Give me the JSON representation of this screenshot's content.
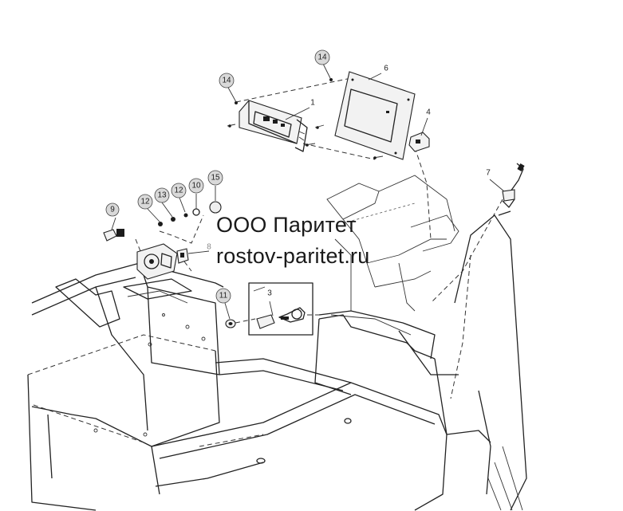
{
  "watermark": {
    "company": "ООО Паритет",
    "website": "rostov-paritet.ru"
  },
  "callouts": [
    {
      "id": "1",
      "label": "1",
      "style": "plain"
    },
    {
      "id": "3",
      "label": "3",
      "style": "plain"
    },
    {
      "id": "4",
      "label": "4",
      "style": "plain"
    },
    {
      "id": "6",
      "label": "6",
      "style": "plain"
    },
    {
      "id": "7",
      "label": "7",
      "style": "plain"
    },
    {
      "id": "8",
      "label": "8",
      "style": "plain"
    },
    {
      "id": "9",
      "label": "9",
      "style": "circle"
    },
    {
      "id": "10",
      "label": "10",
      "style": "circle"
    },
    {
      "id": "11",
      "label": "11",
      "style": "circle"
    },
    {
      "id": "12a",
      "label": "12",
      "style": "circle"
    },
    {
      "id": "12b",
      "label": "12",
      "style": "circle"
    },
    {
      "id": "13",
      "label": "13",
      "style": "circle"
    },
    {
      "id": "14a",
      "label": "14",
      "style": "circle"
    },
    {
      "id": "14b",
      "label": "14",
      "style": "circle"
    },
    {
      "id": "15",
      "label": "15",
      "style": "circle"
    }
  ],
  "colors": {
    "line": "#222222",
    "callout_fill": "#d9d9d9",
    "background": "#ffffff"
  }
}
